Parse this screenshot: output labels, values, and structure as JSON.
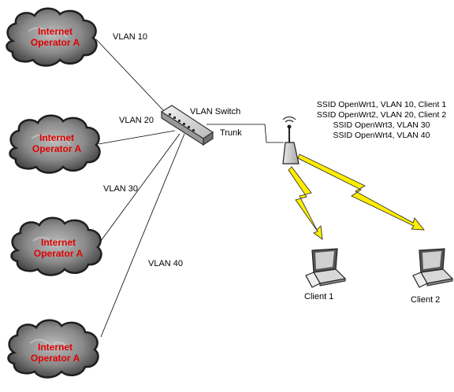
{
  "clouds": [
    {
      "label_line1": "Internet",
      "label_line2": "Operator A"
    },
    {
      "label_line1": "Internet",
      "label_line2": "Operator A"
    },
    {
      "label_line1": "Internet",
      "label_line2": "Operator A"
    },
    {
      "label_line1": "Internet",
      "label_line2": "Operator A"
    }
  ],
  "vlans": [
    "VLAN 10",
    "VLAN 20",
    "VLAN 30",
    "VLAN 40"
  ],
  "switch_label": "VLAN Switch",
  "trunk_label": "Trunk",
  "ssid_lines": [
    "SSID OpenWrt1, VLAN 10, Client 1",
    "SSID OpenWrt2, VLAN 20, Client 2",
    "SSID OpenWrt3, VLAN 30",
    "SSID OpenWrt4, VLAN 40"
  ],
  "clients": [
    "Client 1",
    "Client 2"
  ],
  "colors": {
    "cloud_text": "#e00000",
    "lightning": "#ffee00",
    "cloud_dark": "#555555"
  }
}
